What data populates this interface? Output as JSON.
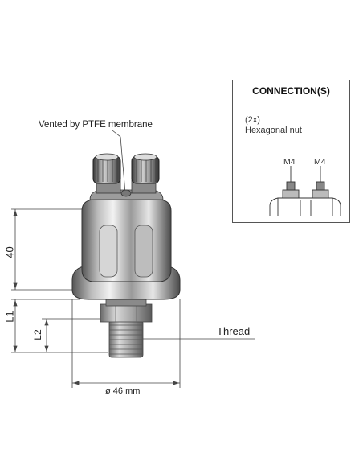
{
  "labels": {
    "vented": "Vented by PTFE membrane",
    "dim_height": "40",
    "dim_l1": "L1",
    "dim_l2": "L2",
    "thread": "Thread",
    "diameter": "ø 46 mm"
  },
  "connection_box": {
    "title": "CONNECTION(S)",
    "quantity": "(2x)",
    "type": "Hexagonal nut",
    "terminal_a": "M4",
    "terminal_b": "M4"
  }
}
